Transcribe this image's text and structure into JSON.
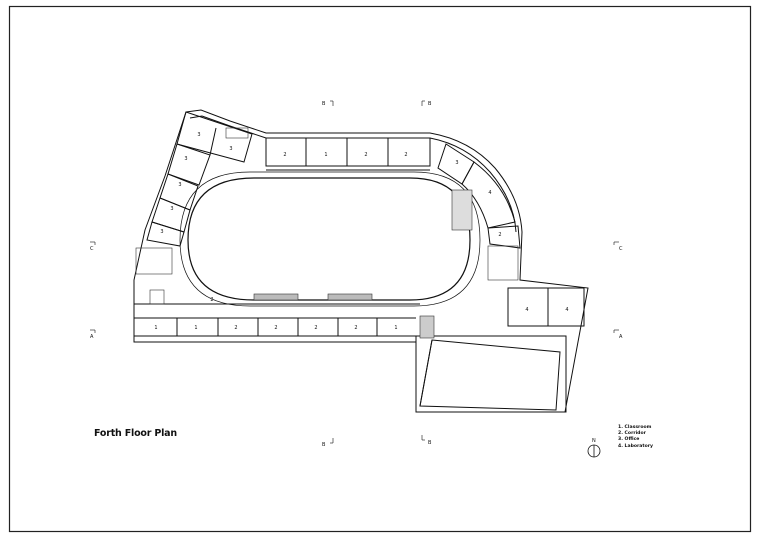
{
  "title": "Forth Floor Plan",
  "legend": [
    "1. Classroom",
    "2. Corridor",
    "3. Office",
    "4. Laboratory"
  ],
  "north_label": "N",
  "section_markers": [
    "B",
    "B",
    "B",
    "B",
    "C",
    "C",
    "A",
    "A"
  ],
  "room_labels": [
    "3",
    "3",
    "3",
    "3",
    "3",
    "3",
    "2",
    "1",
    "2",
    "2",
    "3",
    "4",
    "2",
    "1",
    "1",
    "2",
    "2",
    "2",
    "2",
    "1",
    "4",
    "4",
    "2"
  ]
}
